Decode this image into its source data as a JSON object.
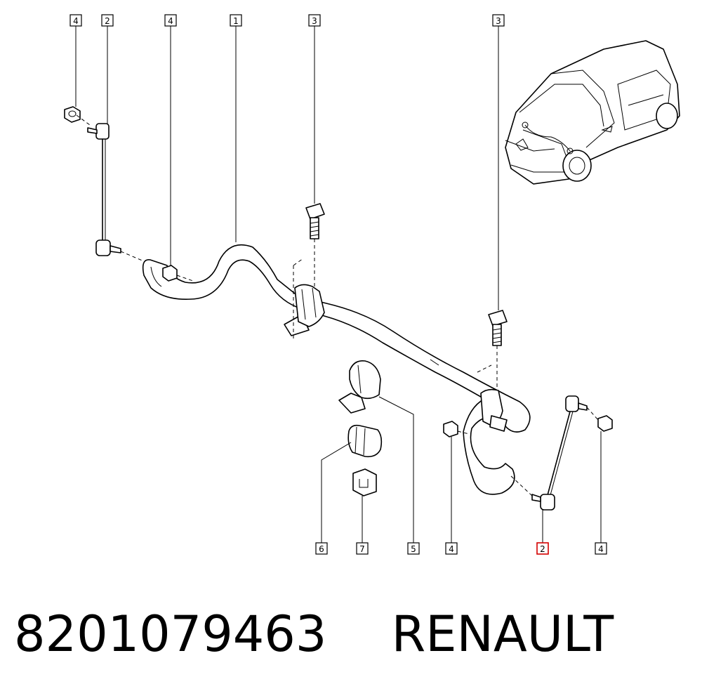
{
  "callouts": [
    "4",
    "2",
    "4",
    "1",
    "3",
    "3",
    "6",
    "7",
    "5",
    "4",
    "2",
    "4"
  ],
  "highlighted_callout_index": 10,
  "highlight_color": "#d40000",
  "footer": {
    "part_number": "8201079463",
    "brand": "RENAULT"
  }
}
